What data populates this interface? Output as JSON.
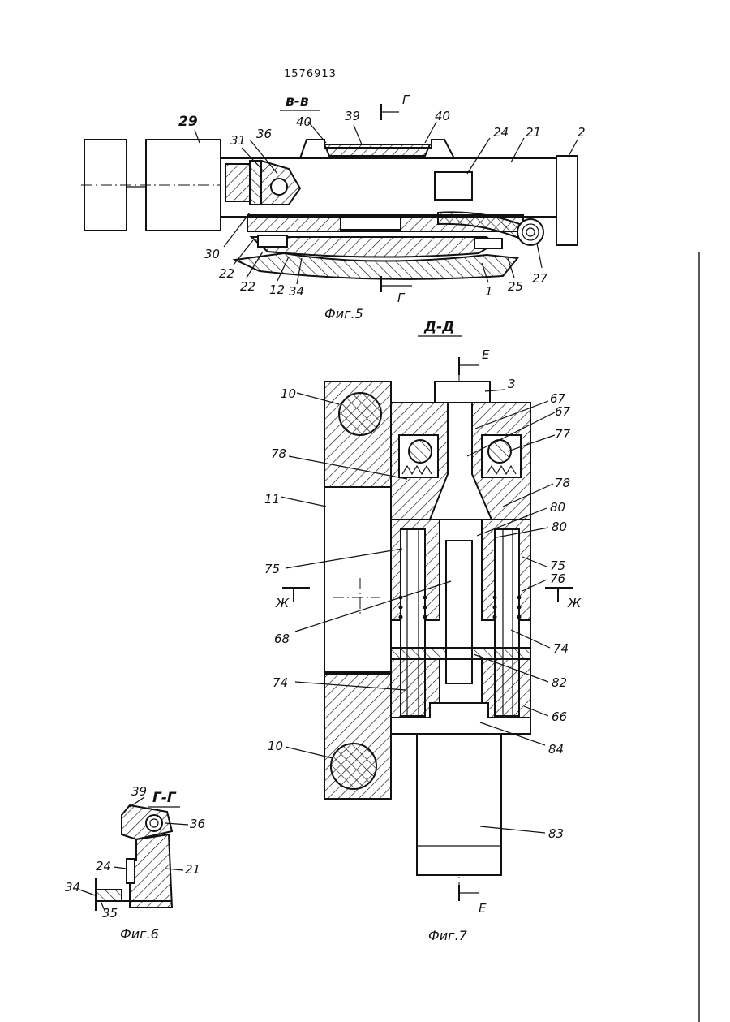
{
  "document": {
    "number": "1576913"
  },
  "fig5": {
    "section": "в-в",
    "cut_mark": "Г",
    "caption": "Фиг.5",
    "labels": {
      "l29": "29",
      "l31": "31",
      "l36": "36",
      "l40a": "40",
      "l39": "39",
      "l40b": "40",
      "l24": "24",
      "l21": "21",
      "l2": "2",
      "l30": "30",
      "l22a": "22",
      "l22b": "22",
      "l12": "12",
      "l34": "34",
      "l1": "1",
      "l25": "25",
      "l27": "27"
    }
  },
  "fig6": {
    "section": "Г-Г",
    "caption": "Фиг.6",
    "labels": {
      "l39": "39",
      "l36": "36",
      "l24": "24",
      "l21": "21",
      "l34": "34",
      "l35": "35"
    }
  },
  "fig7": {
    "section": "Д-Д",
    "cut_e": "Е",
    "cut_zh": "Ж",
    "caption": "Фиг.7",
    "labels": {
      "l3": "3",
      "l67a": "67",
      "l67b": "67",
      "l10a": "10",
      "l77": "77",
      "l78a": "78",
      "l78b": "78",
      "l11": "11",
      "l80a": "80",
      "l80b": "80",
      "l75a": "75",
      "l75b": "75",
      "l76": "76",
      "l68": "68",
      "l74a": "74",
      "l74b": "74",
      "l82": "82",
      "l66": "66",
      "l84": "84",
      "l10b": "10",
      "l83": "83"
    }
  }
}
